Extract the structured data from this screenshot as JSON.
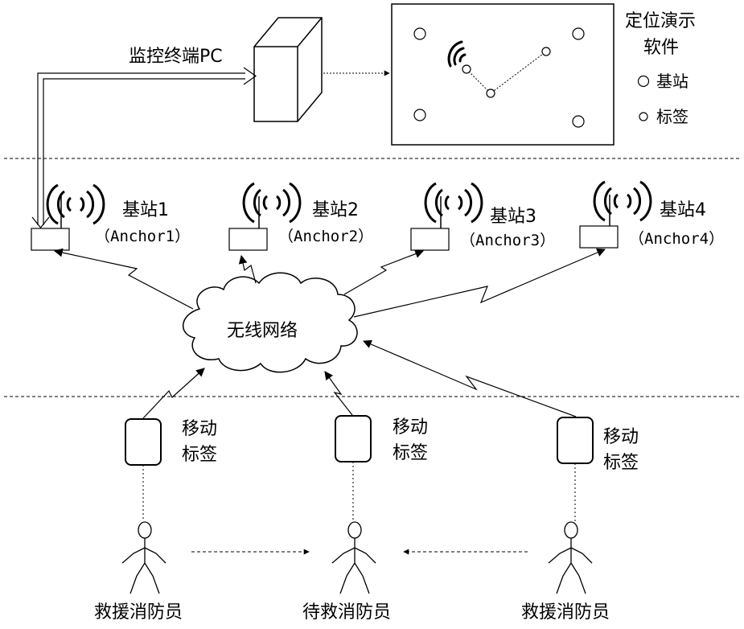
{
  "monitor_pc": {
    "label": "监控终端PC"
  },
  "software": {
    "title_line1": "定位演示",
    "title_line2": "软件",
    "legend_anchor": "基站",
    "legend_tag": "标签"
  },
  "network": {
    "label": "无线网络"
  },
  "anchors": [
    {
      "name": "基站1",
      "sub": "（Anchor1）"
    },
    {
      "name": "基站2",
      "sub": "（Anchor2）"
    },
    {
      "name": "基站3",
      "sub": "（Anchor3）"
    },
    {
      "name": "基站4",
      "sub": "（Anchor4）"
    }
  ],
  "tags": [
    {
      "line1": "移动",
      "line2": "标签"
    },
    {
      "line1": "移动",
      "line2": "标签"
    },
    {
      "line1": "移动",
      "line2": "标签"
    }
  ],
  "people": [
    {
      "label": "救援消防员"
    },
    {
      "label": "待救消防员"
    },
    {
      "label": "救援消防员"
    }
  ]
}
